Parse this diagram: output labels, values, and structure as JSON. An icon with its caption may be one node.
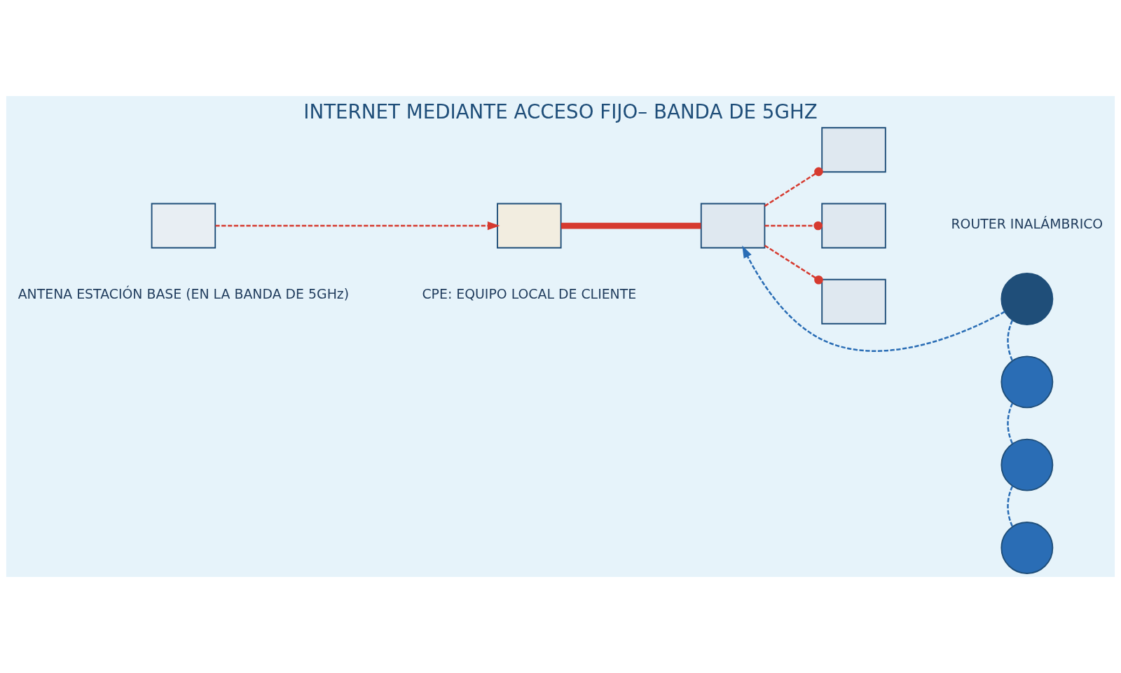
{
  "diagram": {
    "title": "INTERNET MEDIANTE ACCESO FIJO– BANDA DE 5GHZ",
    "nodes": [
      {
        "text": [],
        "shape": "box",
        "beside": [
          "ANTENA ESTACIÓN BASE (EN LA BANDA DE 5GHz)"
        ]
      },
      {
        "text": [],
        "shape": "box",
        "beside": [
          "CPE: EQUIPO LOCAL DE CLIENTE"
        ]
      },
      {
        "text": [],
        "shape": "box"
      },
      {
        "text": [],
        "shape": "box"
      },
      {
        "text": [],
        "shape": "box"
      },
      {
        "text": [],
        "shape": "box"
      },
      {
        "text": [],
        "shape": "circle",
        "beside": [
          "ROUTER INALÁMBRICO"
        ]
      },
      {
        "text": [],
        "shape": "circle"
      },
      {
        "text": [],
        "shape": "circle"
      },
      {
        "text": [],
        "shape": "circle"
      }
    ],
    "edges": [
      {
        "from": 0,
        "to": 1,
        "arrow": "to",
        "style": "dashed",
        "color": "#d63a2f"
      },
      {
        "from": 1,
        "to": 2,
        "arrow": "none",
        "style": "thick",
        "color": "#d63a2f"
      },
      {
        "from": 2,
        "to": 3,
        "arrow": "other",
        "style": "dashed",
        "color": "#d63a2f"
      },
      {
        "from": 2,
        "to": 4,
        "arrow": "other",
        "style": "dashed",
        "color": "#d63a2f"
      },
      {
        "from": 2,
        "to": 5,
        "arrow": "other",
        "style": "dashed",
        "color": "#d63a2f"
      },
      {
        "from": 6,
        "to": 2,
        "arrow": "to",
        "style": "dashed",
        "color": "#2a6db5"
      },
      {
        "from": 6,
        "to": 7,
        "arrow": "none",
        "style": "dashed",
        "color": "#2a6db5"
      },
      {
        "from": 7,
        "to": 8,
        "arrow": "none",
        "style": "dashed",
        "color": "#2a6db5"
      },
      {
        "from": 8,
        "to": 9,
        "arrow": "none",
        "style": "dashed",
        "color": "#2a6db5"
      }
    ]
  }
}
